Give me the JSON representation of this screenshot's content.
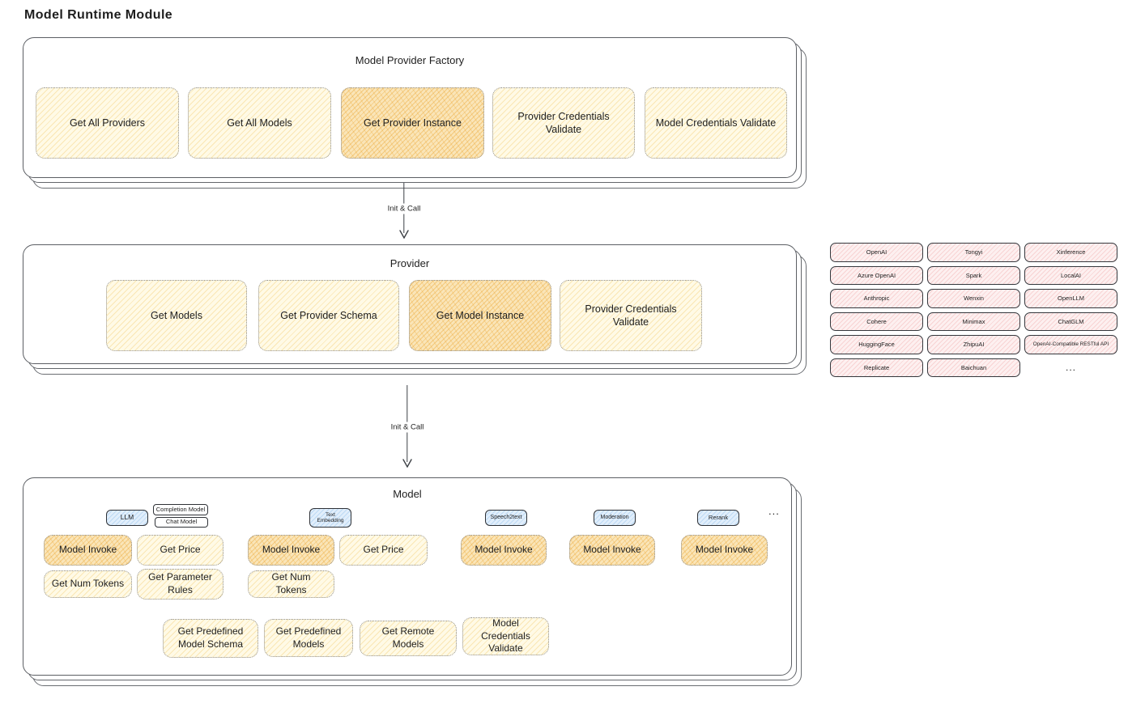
{
  "page": {
    "title": "Model Runtime Module"
  },
  "arrows": {
    "label1": "Init & Call",
    "label2": "Init & Call"
  },
  "factory": {
    "title": "Model Provider Factory",
    "buttons": [
      {
        "label": "Get All Providers",
        "highlighted": false
      },
      {
        "label": "Get All Models",
        "highlighted": false
      },
      {
        "label": "Get Provider Instance",
        "highlighted": true
      },
      {
        "label": "Provider Credentials Validate",
        "highlighted": false
      },
      {
        "label": "Model Credentials Validate",
        "highlighted": false
      }
    ]
  },
  "provider": {
    "title": "Provider",
    "buttons": [
      {
        "label": "Get Models",
        "highlighted": false
      },
      {
        "label": "Get Provider Schema",
        "highlighted": false
      },
      {
        "label": "Get Model Instance",
        "highlighted": true
      },
      {
        "label": "Provider Credentials Validate",
        "highlighted": false
      }
    ]
  },
  "model": {
    "title": "Model",
    "ellipsis": "...",
    "types": {
      "llm": "LLM",
      "llm_subtypes": [
        "Completion Model",
        "Chat Model"
      ],
      "text_embedding": "Text Embedding",
      "speech2text": "Speech2text",
      "moderation": "Moderation",
      "rerank": "Rerank"
    },
    "ops": {
      "model_invoke": "Model Invoke",
      "get_price": "Get Price",
      "get_num_tokens": "Get Num Tokens",
      "get_parameter_rules": "Get Parameter Rules",
      "get_predefined_model_schema": "Get Predefined Model Schema",
      "get_predefined_models": "Get Predefined Models",
      "get_remote_models": "Get Remote Models",
      "model_credentials_validate": "Model Credentials Validate"
    }
  },
  "providers": {
    "items": [
      "OpenAI",
      "Tongyi",
      "Xinference",
      "Azure OpenAI",
      "Spark",
      "LocalAI",
      "Anthropic",
      "Wenxin",
      "OpenLLM",
      "Cohere",
      "Minimax",
      "ChatGLM",
      "HuggingFace",
      "ZhipuAI",
      "OpenAI-Compatible RESTful API",
      "Replicate",
      "Baichuan"
    ],
    "more": "..."
  },
  "colors": {
    "yellow_fill": "#fffae6",
    "yellow_hatch": "#f0c660",
    "orange_fill": "#fae5b8",
    "orange_hatch": "#eba634",
    "pink_fill": "#fdf0f0",
    "pink_hatch": "#ee9e9e",
    "blue_fill": "#e1eefb",
    "blue_hatch": "#8cbeeb",
    "stroke": "#1e1e1e",
    "box_border": "#5c5f64"
  }
}
